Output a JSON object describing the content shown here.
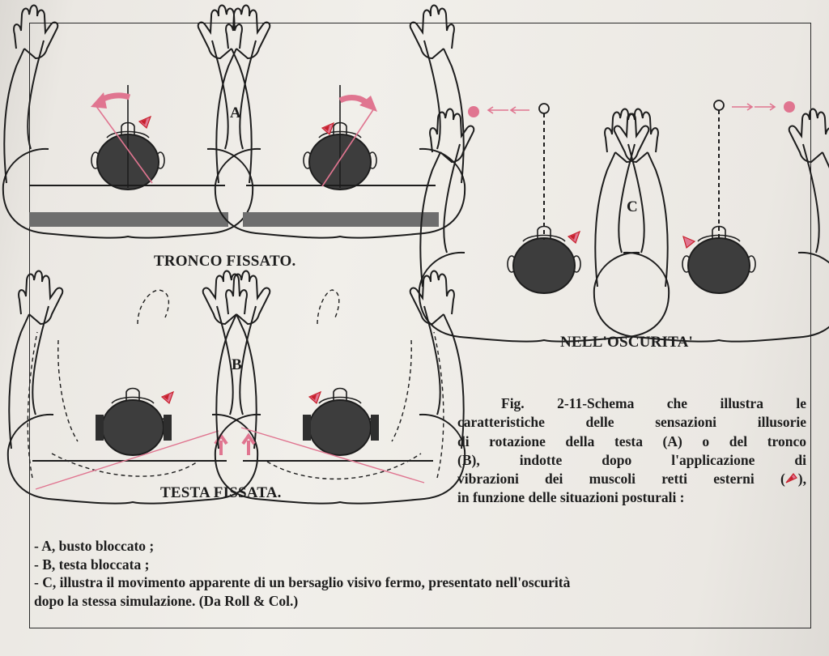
{
  "figure": {
    "panel_a_letter": "A",
    "panel_b_letter": "B",
    "panel_c_letter": "C",
    "panel_a_title": "TRONCO FISSATO.",
    "panel_b_title": "TESTA FISSATA.",
    "panel_c_title": "NELL'OSCURITA'"
  },
  "caption": {
    "lines": [
      "Fig. 2-11-Schema che illustra le",
      "caratteristiche delle sensazioni illusorie",
      "di rotazione della testa (A) o del tronco",
      "(B), indotte dopo l'applicazione di",
      "vibrazioni dei muscoli retti esterni (",
      "in funzione delle situazioni posturali :"
    ],
    "vibration_symbol_suffix": "),"
  },
  "notes": [
    "- A, busto bloccato ;",
    "- B, testa bloccata ;",
    "- C, illustra il movimento apparente di un bersaglio visivo fermo, presentato nell'oscurità",
    "dopo la stessa simulazione. (Da Roll & Col.)"
  ],
  "colors": {
    "accent_pink": "#e07590",
    "accent_red": "#c8202c",
    "head_fill": "#3d3d3d",
    "bar_fill": "#6e6e6e",
    "ink": "#1d1d1d"
  }
}
